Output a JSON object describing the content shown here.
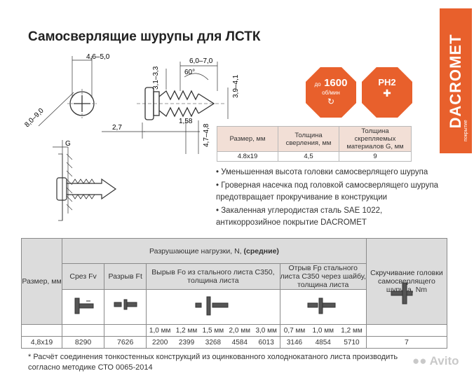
{
  "title": "Самосверлящие шурупы для ЛСТК",
  "brand": {
    "name": "DACROMET",
    "sub": "покрытие"
  },
  "drawing": {
    "dims": [
      "4,6–5,0",
      "6,0–7,0",
      "3,1–3,3",
      "60°",
      "3,9–4,1",
      "8,0–9,0",
      "2,7",
      "1,58",
      "4,7–4,8",
      "G"
    ]
  },
  "badges": {
    "speed_prefix": "до",
    "speed_value": "1600",
    "speed_unit": "об/мин",
    "bit": "PH2"
  },
  "spec_table": {
    "headers": [
      "Размер, мм",
      "Толщина сверления, мм",
      "Толщина скрепляемых материалов G, мм"
    ],
    "row": [
      "4.8x19",
      "4,5",
      "9"
    ]
  },
  "bullets": [
    "Уменьшенная высота головки самосверлящего шурупа",
    "Гроверная насечка под головкой самосверлящего шурупа предотвращает прокручивание в конструкции",
    "Закаленная углеродистая сталь SAE 1022, антикоррозийное покрытие DACROMET"
  ],
  "main_table": {
    "size_header": "Размер, мм",
    "loads_header": "Разрушающие нагрузки, N,",
    "loads_header_bold": "(средние)",
    "torque_header": "Скручивание головки самосверлящего шурупа, Nm",
    "shear_header": "Срез Fv",
    "tension_header": "Разрыв Ft",
    "pullout_header": "Вырыв Fo из стального листа С350, толщина листа",
    "pullover_header": "Отрыв Fp стального листа С350 через шайбу, толщина листа",
    "pullout_thickness": [
      "1,0 мм",
      "1,2 мм",
      "1,5 мм",
      "2,0 мм",
      "3,0 мм"
    ],
    "pullover_thickness": [
      "0,7 мм",
      "1,0 мм",
      "1,2 мм"
    ],
    "row_size": "4,8x19",
    "shear": "8290",
    "tension": "7626",
    "pullout": [
      "2200",
      "2399",
      "3268",
      "4584",
      "6013"
    ],
    "pullover": [
      "3146",
      "4854",
      "5710"
    ],
    "torque": "7"
  },
  "footnote": "* Расчёт соединения тонкостенных конструкций из оцинкованного холоднокатаного листа производить согласно методике СТО 0065-2014",
  "watermark": "Avito"
}
